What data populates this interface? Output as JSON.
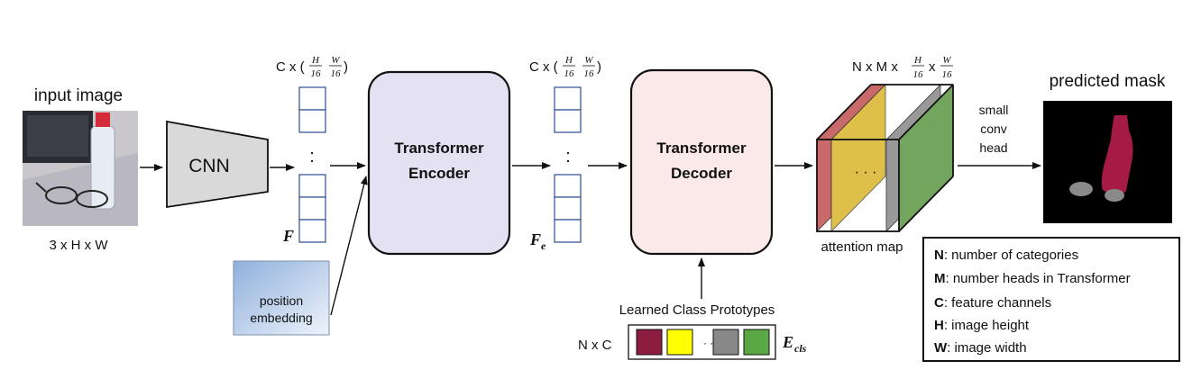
{
  "input": {
    "title": "input image",
    "dims": "3 x H x W"
  },
  "cnn": {
    "label": "CNN"
  },
  "feature_F": {
    "dims_prefix": "C x (",
    "h_over": "H",
    "w_over": "W",
    "denom": "16",
    "dims_suffix": ")",
    "dots": ":",
    "symbol": "F"
  },
  "position_embedding": {
    "line1": "position",
    "line2": "embedding"
  },
  "encoder": {
    "line1": "Transformer",
    "line2": "Encoder"
  },
  "feature_Fe": {
    "dims_prefix": "C x (",
    "h_over": "H",
    "w_over": "W",
    "denom": "16",
    "dims_suffix": ")",
    "dots": ":",
    "symbol": "F",
    "symbol_sub": "e"
  },
  "decoder": {
    "line1": "Transformer",
    "line2": "Decoder"
  },
  "prototypes": {
    "title": "Learned Class Prototypes",
    "dims": "N x C",
    "ellipsis": "· · ·",
    "symbol": "E",
    "symbol_sub": "cls",
    "colors": [
      "#8c1d40",
      "#ffff00",
      "#888888",
      "#5aa845"
    ]
  },
  "attention": {
    "dims_prefix": "N x M  x",
    "h_over": "H",
    "w_over": "W",
    "denom": "16",
    "x_sep": "x",
    "ellipsis": "· · ·",
    "label": "attention map",
    "colors": [
      "#c96a6a",
      "#d9b52a",
      "#999999",
      "#74a55e"
    ]
  },
  "conv_head": {
    "line1": "small",
    "line2": "conv",
    "line3": "head"
  },
  "output": {
    "title": "predicted mask",
    "mask_colors": {
      "background": "#000000",
      "bottle": "#a51b45",
      "part": "#8a8a8a"
    }
  },
  "legend": {
    "items": [
      {
        "key": "N",
        "text": ": number of categories"
      },
      {
        "key": "M",
        "text": ": number heads in Transformer"
      },
      {
        "key": "C",
        "text": ": feature channels"
      },
      {
        "key": "H",
        "text": ": image height"
      },
      {
        "key": "W",
        "text": ": image width"
      }
    ]
  }
}
